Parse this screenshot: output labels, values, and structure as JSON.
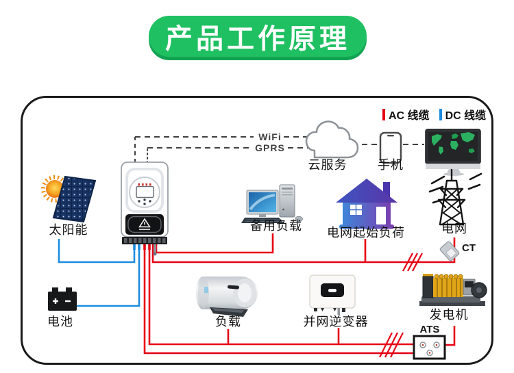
{
  "banner": {
    "title": "产品工作原理"
  },
  "legend": {
    "ac_label": "AC 线缆",
    "dc_label": "DC 线缆",
    "ac_color": "#e60012",
    "dc_color": "#1b8de0"
  },
  "comm": {
    "wifi": "WiFi",
    "gprs": "GPRS",
    "cloud": "云服务",
    "phone": "手机"
  },
  "labels": {
    "solar": "太阳能",
    "backup_load": "备用负载",
    "house_load": "电网起始负荷",
    "grid": "电网",
    "ct": "CT",
    "battery": "电池",
    "load": "负载",
    "grid_tied_inverter": "并网逆变器",
    "generator": "发电机",
    "ats": "ATS"
  },
  "colors": {
    "banner_green": "#1fc061",
    "banner_shadow": "#12a352",
    "ac_wire": "#e60012",
    "dc_wire": "#1b8de0",
    "frame_outline": "#1a1a1a"
  }
}
